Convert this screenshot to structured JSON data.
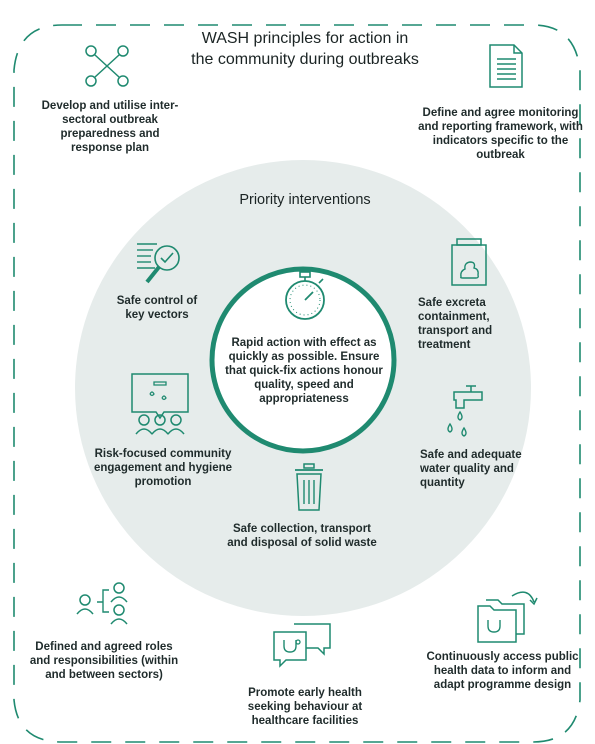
{
  "title": "WASH principles for action in the community during outbreaks",
  "subtitle": "Priority interventions",
  "center_text": "Rapid action with effect as quickly as possible. Ensure that quick-fix actions honour quality, speed and appropriateness",
  "outer": {
    "top_left": "Develop and utilise inter-sectoral outbreak preparedness and response plan",
    "top_right": "Define and agree monitoring and reporting framework, with indicators specific to the outbreak",
    "bottom_left": "Defined and agreed roles and responsibilities (within and between sectors)",
    "bottom_center": "Promote early health seeking behaviour at healthcare facilities",
    "bottom_right": "Continuously access public health data to inform and adapt programme design"
  },
  "inner": {
    "vectors": "Safe control of key vectors",
    "excreta": "Safe excreta containment, transport and treatment",
    "engagement": "Risk-focused community engagement and hygiene promotion",
    "water": "Safe and adequate water quality and quantity",
    "waste": "Safe collection, transport and disposal of solid waste"
  },
  "colors": {
    "accent": "#1f8a70",
    "disc": "#e6eceb",
    "text": "#1f2b2b"
  }
}
